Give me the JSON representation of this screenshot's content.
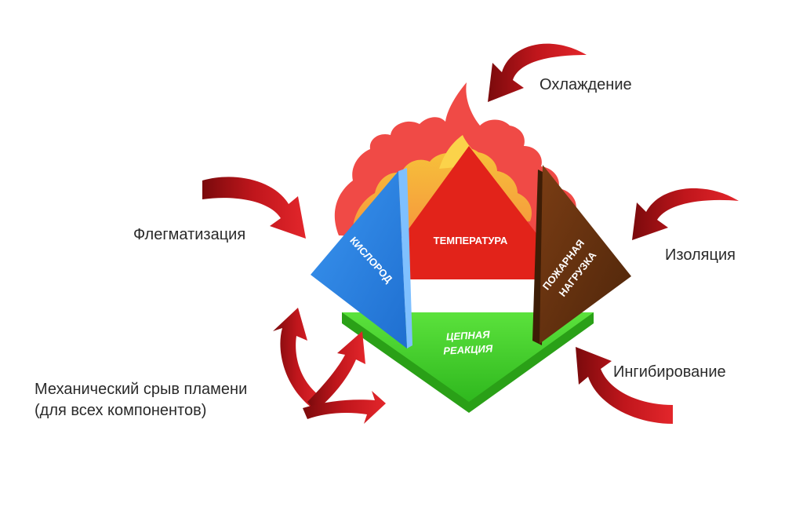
{
  "labels": {
    "cooling": "Охлаждение",
    "phlegmatization": "Флегматизация",
    "isolation": "Изоляция",
    "inhibition": "Ингибирование",
    "mechanical_line1": "Механический срыв пламени",
    "mechanical_line2": "(для всех компонентов)"
  },
  "faces": {
    "temperature": "ТЕМПЕРАТУРА",
    "oxygen": "КИСЛОРОД",
    "fuel_line1": "ПОЖАРНАЯ",
    "fuel_line2": "НАГРУЗКА",
    "chain_line1": "ЦЕПНАЯ",
    "chain_line2": "РЕАКЦИЯ"
  },
  "colors": {
    "arrow": "#c0161c",
    "flame_outer": "#f04a46",
    "flame_inner": "#f7a23a",
    "temperature": "#e2231a",
    "oxygen": "#2f86e6",
    "fuel": "#6b3410",
    "chain": "#3fce2a"
  }
}
